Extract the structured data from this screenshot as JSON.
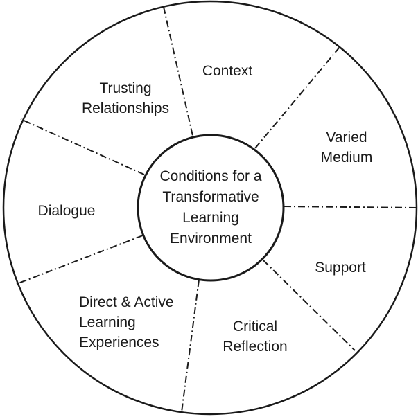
{
  "center": {
    "lines": [
      "Conditions for a",
      "Transformative",
      "Learning",
      "Environment"
    ]
  },
  "segments": [
    {
      "id": "context",
      "lines": [
        "Context"
      ]
    },
    {
      "id": "varied-medium",
      "lines": [
        "Varied",
        "Medium"
      ]
    },
    {
      "id": "support",
      "lines": [
        "Support"
      ]
    },
    {
      "id": "critical-reflection",
      "lines": [
        "Critical",
        "Reflection"
      ]
    },
    {
      "id": "direct-active",
      "lines": [
        "Direct & Active",
        "Learning",
        "Experiences"
      ]
    },
    {
      "id": "dialogue",
      "lines": [
        "Dialogue"
      ]
    },
    {
      "id": "trusting-relationships",
      "lines": [
        "Trusting",
        "Relationships"
      ]
    }
  ],
  "colors": {
    "line": "#1a1a1a",
    "text": "#1a1a1a",
    "background": "#ffffff"
  }
}
